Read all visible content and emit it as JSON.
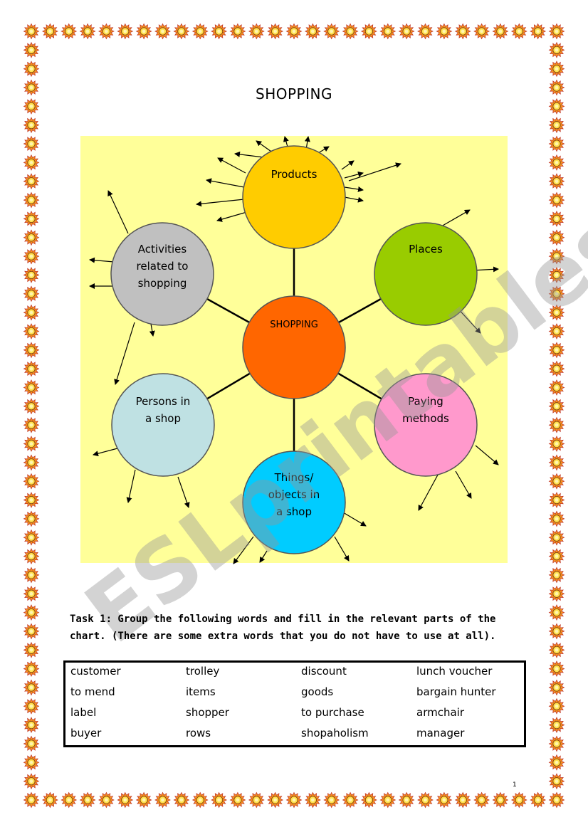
{
  "page": {
    "title": "SHOPPING",
    "page_number": "1"
  },
  "watermark": "ESLprintables.com",
  "diagram": {
    "center": "SHOPPING",
    "nodes": [
      {
        "id": "products",
        "lines": [
          "Products"
        ],
        "color": "#FFCC00"
      },
      {
        "id": "places",
        "lines": [
          "Places"
        ],
        "color": "#99CC00"
      },
      {
        "id": "paying",
        "lines": [
          "Paying",
          "methods"
        ],
        "color": "#FF99CC"
      },
      {
        "id": "things",
        "lines": [
          "Things/",
          "objects in",
          "a shop"
        ],
        "color": "#00CCFF"
      },
      {
        "id": "persons",
        "lines": [
          "Persons in",
          "a shop"
        ],
        "color": "#BFE1E3"
      },
      {
        "id": "activities",
        "lines": [
          "Activities",
          "related to",
          "shopping"
        ],
        "color": "#C0C0C0"
      }
    ],
    "center_color": "#FF6600",
    "background_color": "#FFFF99"
  },
  "task": {
    "text": "Task 1: Group the following words and fill in the relevant parts of the chart. (There are some extra words that you do not have to use at all)."
  },
  "word_columns": [
    [
      "customer",
      "to mend",
      "label",
      "buyer"
    ],
    [
      "trolley",
      "items",
      "shopper",
      "rows"
    ],
    [
      "discount",
      "goods",
      "to purchase",
      "shopaholism"
    ],
    [
      "lunch voucher",
      "bargain hunter",
      "armchair",
      "manager"
    ]
  ]
}
